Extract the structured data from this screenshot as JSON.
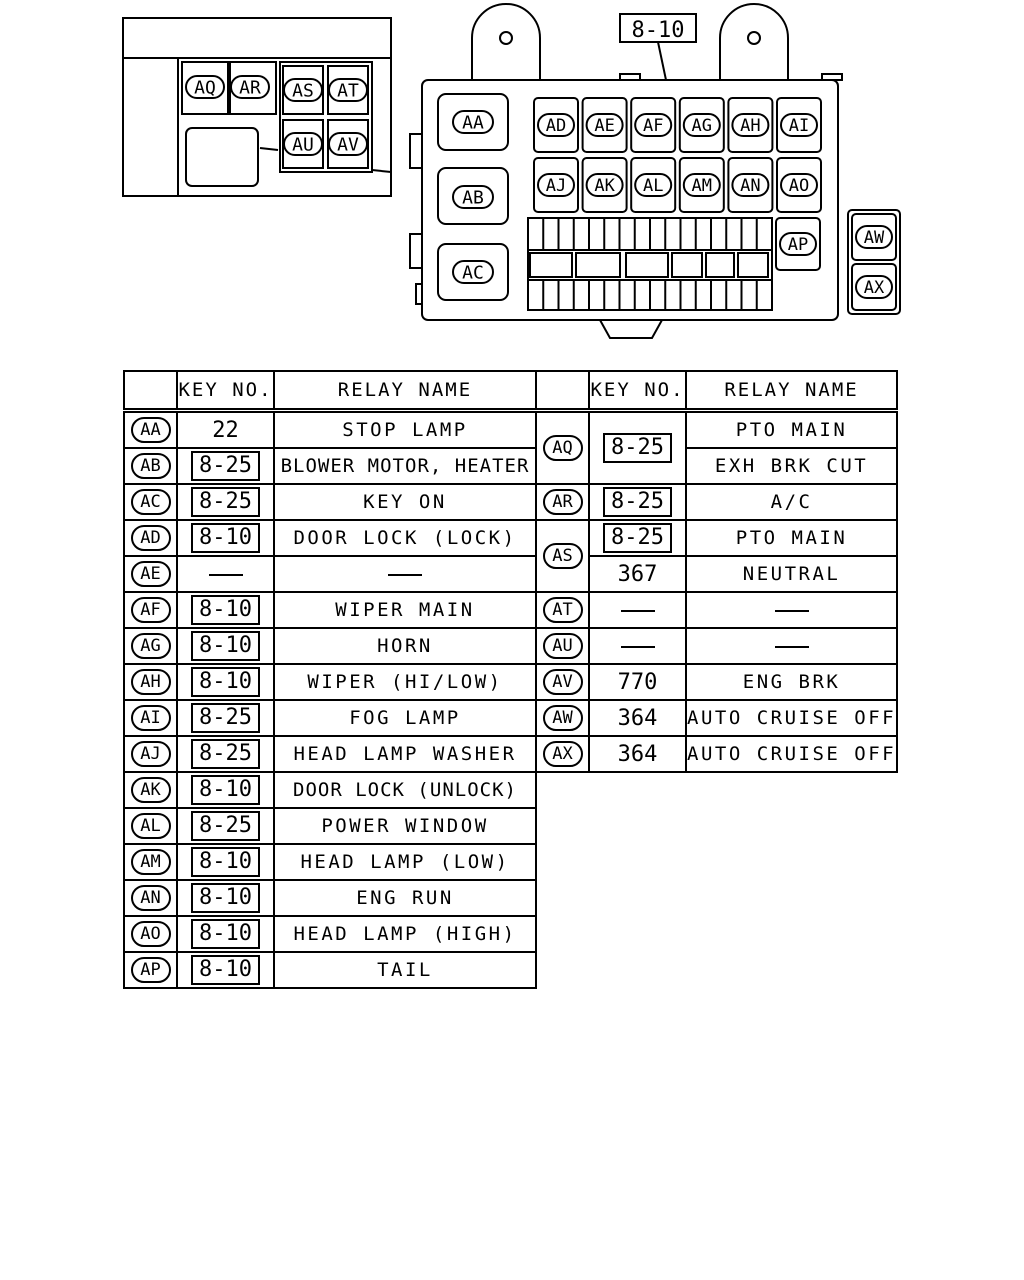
{
  "diagram": {
    "callout": "8-10",
    "left_box_relays": [
      "AQ",
      "AR",
      "AS",
      "AT",
      "AU",
      "AV"
    ],
    "main_box_relays_large": [
      "AA",
      "AB",
      "AC"
    ],
    "main_box_relays_row1": [
      "AD",
      "AE",
      "AF",
      "AG",
      "AH",
      "AI"
    ],
    "main_box_relays_row2": [
      "AJ",
      "AK",
      "AL",
      "AM",
      "AN",
      "AO"
    ],
    "main_box_relay_side": "AP",
    "right_box_relays": [
      "AW",
      "AX"
    ]
  },
  "table": {
    "headers": {
      "key_no": "KEY NO.",
      "relay_name": "RELAY NAME"
    },
    "left_rows": [
      {
        "code": "AA",
        "key": "22",
        "boxed": false,
        "name": "STOP LAMP"
      },
      {
        "code": "AB",
        "key": "8-25",
        "boxed": true,
        "name": "BLOWER MOTOR, HEATER"
      },
      {
        "code": "AC",
        "key": "8-25",
        "boxed": true,
        "name": "KEY ON"
      },
      {
        "code": "AD",
        "key": "8-10",
        "boxed": true,
        "name": "DOOR LOCK (LOCK)"
      },
      {
        "code": "AE",
        "key": "—",
        "boxed": false,
        "name": "—"
      },
      {
        "code": "AF",
        "key": "8-10",
        "boxed": true,
        "name": "WIPER MAIN"
      },
      {
        "code": "AG",
        "key": "8-10",
        "boxed": true,
        "name": "HORN"
      },
      {
        "code": "AH",
        "key": "8-10",
        "boxed": true,
        "name": "WIPER (HI/LOW)"
      },
      {
        "code": "AI",
        "key": "8-25",
        "boxed": true,
        "name": "FOG LAMP"
      },
      {
        "code": "AJ",
        "key": "8-25",
        "boxed": true,
        "name": "HEAD LAMP WASHER"
      },
      {
        "code": "AK",
        "key": "8-10",
        "boxed": true,
        "name": "DOOR LOCK (UNLOCK)"
      },
      {
        "code": "AL",
        "key": "8-25",
        "boxed": true,
        "name": "POWER WINDOW"
      },
      {
        "code": "AM",
        "key": "8-10",
        "boxed": true,
        "name": "HEAD LAMP (LOW)"
      },
      {
        "code": "AN",
        "key": "8-10",
        "boxed": true,
        "name": "ENG RUN"
      },
      {
        "code": "AO",
        "key": "8-10",
        "boxed": true,
        "name": "HEAD LAMP (HIGH)"
      },
      {
        "code": "AP",
        "key": "8-10",
        "boxed": true,
        "name": "TAIL"
      }
    ],
    "right_rows": [
      {
        "code": "AQ",
        "key": "8-25",
        "boxed": true,
        "names": [
          "PTO MAIN",
          "EXH BRK CUT"
        ]
      },
      {
        "code": "AR",
        "key": "8-25",
        "boxed": true,
        "name": "A/C"
      },
      {
        "code": "AS",
        "keys": [
          {
            "key": "8-25",
            "boxed": true,
            "name": "PTO MAIN"
          },
          {
            "key": "367",
            "boxed": false,
            "name": "NEUTRAL"
          }
        ]
      },
      {
        "code": "AT",
        "key": "—",
        "boxed": false,
        "name": "—"
      },
      {
        "code": "AU",
        "key": "—",
        "boxed": false,
        "name": "—"
      },
      {
        "code": "AV",
        "key": "770",
        "boxed": false,
        "name": "ENG BRK"
      },
      {
        "code": "AW",
        "key": "364",
        "boxed": false,
        "name": "AUTO CRUISE OFF"
      },
      {
        "code": "AX",
        "key": "364",
        "boxed": false,
        "name": "AUTO CRUISE OFF"
      }
    ]
  }
}
